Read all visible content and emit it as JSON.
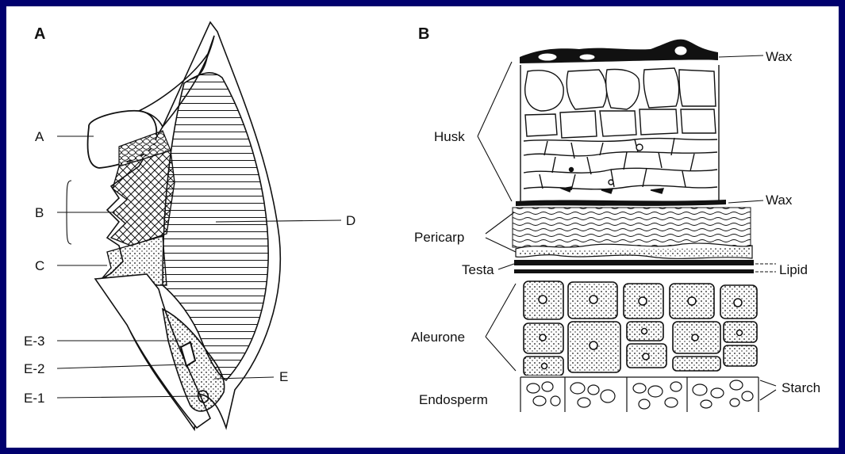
{
  "border_color": "#00006e",
  "panel_a": {
    "title": "A",
    "labels": {
      "a": "A",
      "b": "B",
      "c": "C",
      "d": "D",
      "e": "E",
      "e3": "E-3",
      "e2": "E-2",
      "e1": "E-1"
    }
  },
  "panel_b": {
    "title": "B",
    "labels": {
      "wax_top": "Wax",
      "husk": "Husk",
      "wax_mid": "Wax",
      "pericarp": "Pericarp",
      "testa": "Testa",
      "lipid": "Lipid",
      "aleurone": "Aleurone",
      "endosperm": "Endosperm",
      "starch": "Starch"
    }
  }
}
